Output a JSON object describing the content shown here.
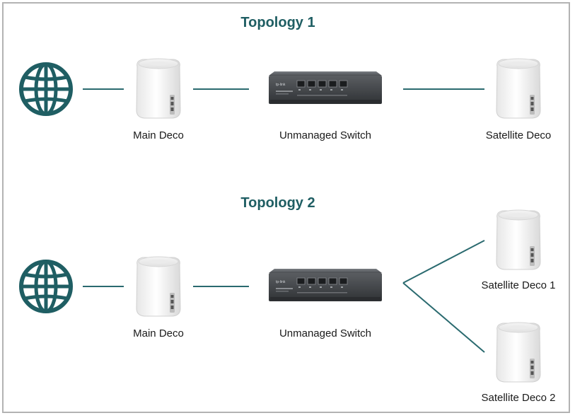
{
  "colors": {
    "accent": "#1f5e63",
    "line": "#2a6a6f"
  },
  "topology1": {
    "title": "Topology 1",
    "labels": {
      "main": "Main Deco",
      "switch": "Unmanaged Switch",
      "satellite": "Satellite Deco"
    }
  },
  "topology2": {
    "title": "Topology 2",
    "labels": {
      "main": "Main Deco",
      "switch": "Unmanaged Switch",
      "satellite1": "Satellite Deco 1",
      "satellite2": "Satellite Deco 2"
    }
  },
  "icons": {
    "internet": "globe-icon",
    "router": "deco-unit-icon",
    "switch": "network-switch-icon"
  }
}
